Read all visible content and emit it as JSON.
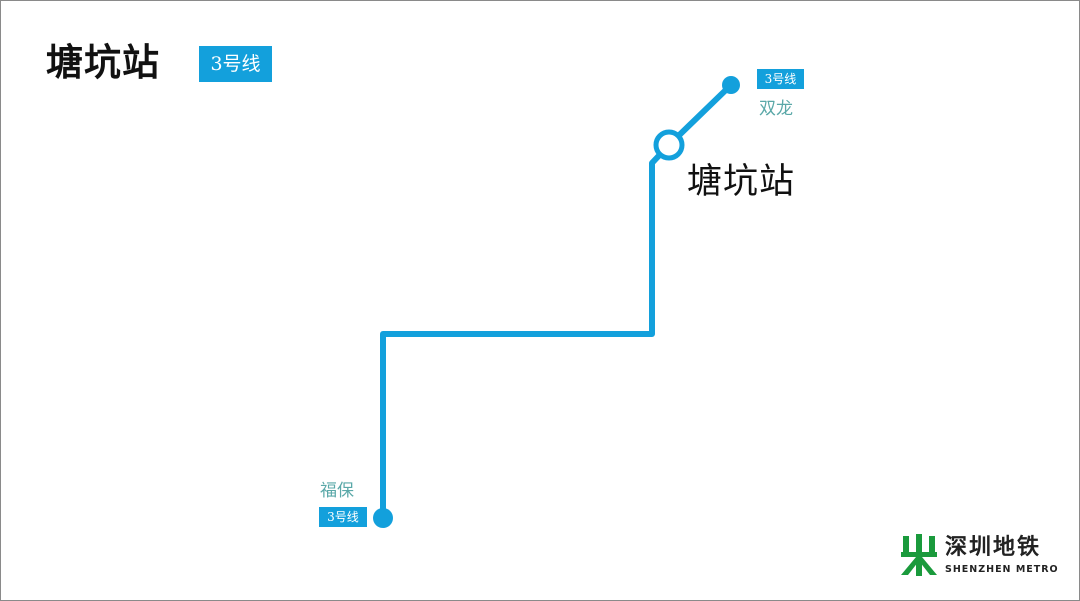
{
  "header": {
    "title": "塘坑站",
    "line_badge": "3号线"
  },
  "map": {
    "line_color": "#13a0dc",
    "current_station": "塘坑站",
    "terminal_north": {
      "name": "双龙",
      "badge": "3号线"
    },
    "terminal_south": {
      "name": "福保",
      "badge": "3号线"
    }
  },
  "logo": {
    "cn": "深圳地铁",
    "en": "SHENZHEN METRO",
    "color": "#1a9a3c",
    "icon": "shenzhen-metro-logo-icon"
  }
}
